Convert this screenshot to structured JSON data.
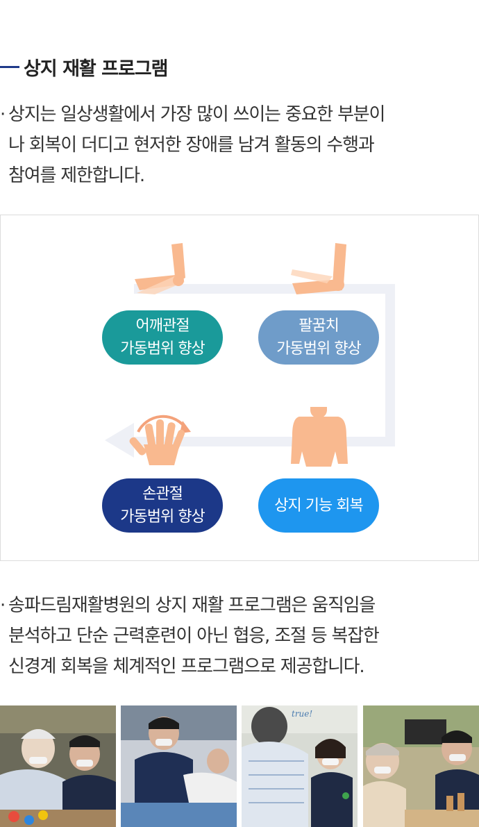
{
  "title": "상지 재활 프로그램",
  "paragraph1": {
    "bullet": "·",
    "lines": [
      "상지는 일상생활에서 가장 많이 쓰이는 중요한 부분이",
      "나 회복이 더디고 현저한 장애를 남겨 활동의 수행과",
      "참여를 제한합니다."
    ]
  },
  "diagram": {
    "steps": [
      {
        "line1": "어깨관절",
        "line2": "가동범위 향상",
        "color": "#1a9a9a",
        "icon": "shoulder-arm-icon"
      },
      {
        "line1": "팔꿈치",
        "line2": "가동범위 향상",
        "color": "#6f9cc9",
        "icon": "elbow-arm-icon"
      },
      {
        "line1": "손관절",
        "line2": "가동범위 향상",
        "color": "#1c3888",
        "icon": "hand-rotate-icon"
      },
      {
        "line1": "상지 기능 회복",
        "line2": "",
        "color": "#1e96ef",
        "icon": "upper-body-icon"
      }
    ],
    "flow_color": "#eef0f6",
    "icon_color": "#f9b98f"
  },
  "paragraph2": {
    "bullet": "·",
    "lines": [
      "송파드림재활병원의 상지 재활 프로그램은 움직임을",
      "분석하고 단순 근력훈련이 아닌 협응, 조절 등 복잡한",
      "신경계 회복을 체계적인 프로그램으로 제공합니다."
    ]
  },
  "photos": [
    {
      "name": "therapy-photo-1"
    },
    {
      "name": "therapy-photo-2"
    },
    {
      "name": "therapy-photo-3",
      "sign_text": "true!"
    },
    {
      "name": "therapy-photo-4"
    }
  ]
}
